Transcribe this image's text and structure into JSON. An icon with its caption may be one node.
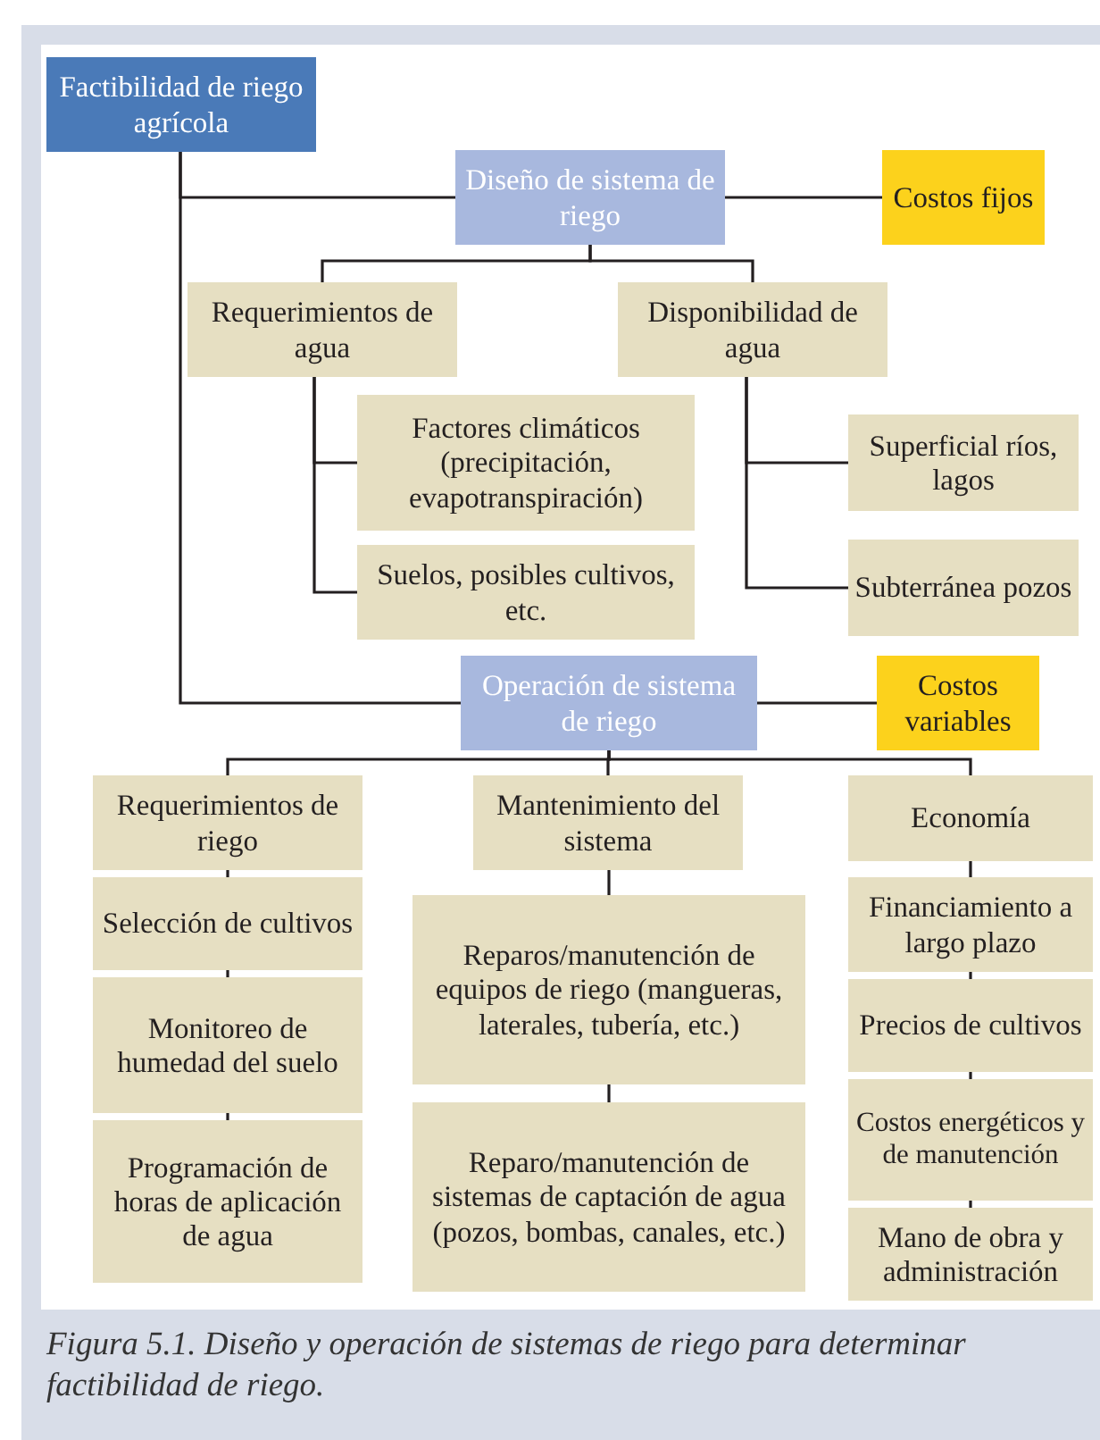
{
  "diagram": {
    "caption": "Figura 5.1. Diseño y operación de sistemas de riego para determinar factibilidad de riego.",
    "nodes": [
      {
        "text": [
          "Factibilidad de riego agrícola"
        ]
      },
      {
        "text": [
          "Diseño de sistema de riego"
        ]
      },
      {
        "text": [
          "Costos fijos"
        ]
      },
      {
        "text": [
          "Requerimientos de agua"
        ]
      },
      {
        "text": [
          "Disponibilidad de agua"
        ]
      },
      {
        "text": [
          "Factores climáticos (precipitación, evapotranspiración)"
        ]
      },
      {
        "text": [
          "Suelos, posibles cultivos, etc."
        ]
      },
      {
        "text": [
          "Superficial ríos, lagos"
        ]
      },
      {
        "text": [
          "Subterránea pozos"
        ]
      },
      {
        "text": [
          "Operación de sistema de riego"
        ]
      },
      {
        "text": [
          "Costos variables"
        ]
      },
      {
        "text": [
          "Requerimientos de riego"
        ]
      },
      {
        "text": [
          "Mantenimiento del sistema"
        ]
      },
      {
        "text": [
          "Economía"
        ]
      },
      {
        "text": [
          "Selección de cultivos"
        ]
      },
      {
        "text": [
          "Monitoreo de humedad del suelo"
        ]
      },
      {
        "text": [
          "Programación de horas de aplicación de agua"
        ]
      },
      {
        "text": [
          "Reparos/manutención de equipos de riego (mangueras, laterales, tubería, etc.)"
        ]
      },
      {
        "text": [
          "Reparo/manutención de sistemas de captación de agua (pozos, bombas, canales, etc.)"
        ]
      },
      {
        "text": [
          "Financiamiento a largo plazo"
        ]
      },
      {
        "text": [
          "Precios de cultivos"
        ]
      },
      {
        "text": [
          "Costos energéticos y de manutención"
        ]
      },
      {
        "text": [
          "Mano de obra y administración"
        ]
      }
    ],
    "edges": [
      {
        "from": 0,
        "to": 1,
        "arrow": "none"
      },
      {
        "from": 0,
        "to": 9,
        "arrow": "none"
      },
      {
        "from": 1,
        "to": 2,
        "arrow": "none"
      },
      {
        "from": 1,
        "to": 3,
        "arrow": "none"
      },
      {
        "from": 1,
        "to": 4,
        "arrow": "none"
      },
      {
        "from": 3,
        "to": 5,
        "arrow": "none"
      },
      {
        "from": 3,
        "to": 6,
        "arrow": "none"
      },
      {
        "from": 4,
        "to": 7,
        "arrow": "none"
      },
      {
        "from": 4,
        "to": 8,
        "arrow": "none"
      },
      {
        "from": 9,
        "to": 10,
        "arrow": "none"
      },
      {
        "from": 9,
        "to": 11,
        "arrow": "none"
      },
      {
        "from": 9,
        "to": 12,
        "arrow": "none"
      },
      {
        "from": 9,
        "to": 13,
        "arrow": "none"
      },
      {
        "from": 11,
        "to": 14,
        "arrow": "none"
      },
      {
        "from": 14,
        "to": 15,
        "arrow": "none"
      },
      {
        "from": 15,
        "to": 16,
        "arrow": "none"
      },
      {
        "from": 12,
        "to": 17,
        "arrow": "none"
      },
      {
        "from": 17,
        "to": 18,
        "arrow": "none"
      },
      {
        "from": 13,
        "to": 19,
        "arrow": "none"
      },
      {
        "from": 19,
        "to": 20,
        "arrow": "none"
      },
      {
        "from": 20,
        "to": 21,
        "arrow": "none"
      },
      {
        "from": 21,
        "to": 22,
        "arrow": "none"
      }
    ]
  }
}
